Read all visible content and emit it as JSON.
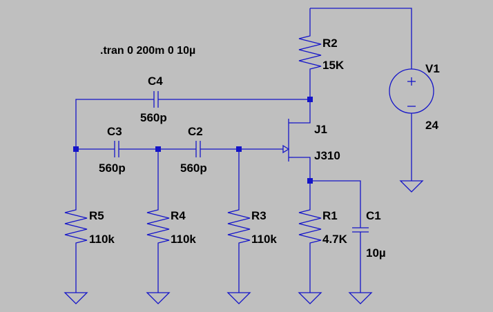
{
  "schematic": {
    "directive": ".tran 0 200m 0 10µ",
    "components": {
      "R1": {
        "name": "R1",
        "value": "4.7K"
      },
      "R2": {
        "name": "R2",
        "value": "15K"
      },
      "R3": {
        "name": "R3",
        "value": "110k"
      },
      "R4": {
        "name": "R4",
        "value": "110k"
      },
      "R5": {
        "name": "R5",
        "value": "110k"
      },
      "C1": {
        "name": "C1",
        "value": "10µ"
      },
      "C2": {
        "name": "C2",
        "value": "560p"
      },
      "C3": {
        "name": "C3",
        "value": "560p"
      },
      "C4": {
        "name": "C4",
        "value": "560p"
      },
      "J1": {
        "name": "J1",
        "value": "J310"
      },
      "V1": {
        "name": "V1",
        "value": "24"
      }
    },
    "colors": {
      "background": "#bfbfbf",
      "wire": "#1414c8",
      "text": "#000000"
    }
  }
}
